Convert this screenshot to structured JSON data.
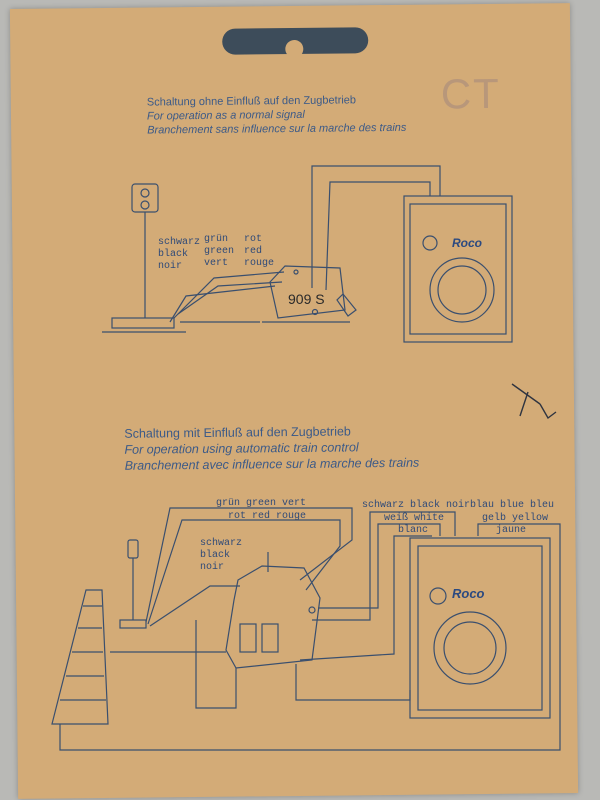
{
  "top_section": {
    "heading_de": "Schaltung ohne Einfluß auf den Zugbetrieb",
    "heading_en": "For operation as a normal signal",
    "heading_fr": "Branchement sans influence sur la marche des trains",
    "wire_black": [
      "schwarz",
      "black",
      "noir"
    ],
    "wire_green": [
      "grün",
      "green",
      "vert"
    ],
    "wire_red": [
      "rot",
      "red",
      "rouge"
    ],
    "switch_label": "909 S",
    "controller_brand": "Roco"
  },
  "bottom_section": {
    "heading_de": "Schaltung mit Einfluß auf den Zugbetrieb",
    "heading_en": "For operation using automatic train control",
    "heading_fr": "Branchement avec influence sur la marche des trains",
    "label_green": "grün green vert",
    "label_red": "rot red rouge",
    "label_black": [
      "schwarz",
      "black",
      "noir"
    ],
    "label_black_right": "schwarz black noir",
    "label_blue": "blau blue bleu",
    "label_white": [
      "weiß white",
      "blanc"
    ],
    "label_yellow": [
      "gelb yellow",
      "jaune"
    ],
    "controller_brand": "Roco"
  },
  "stamp": "CT"
}
